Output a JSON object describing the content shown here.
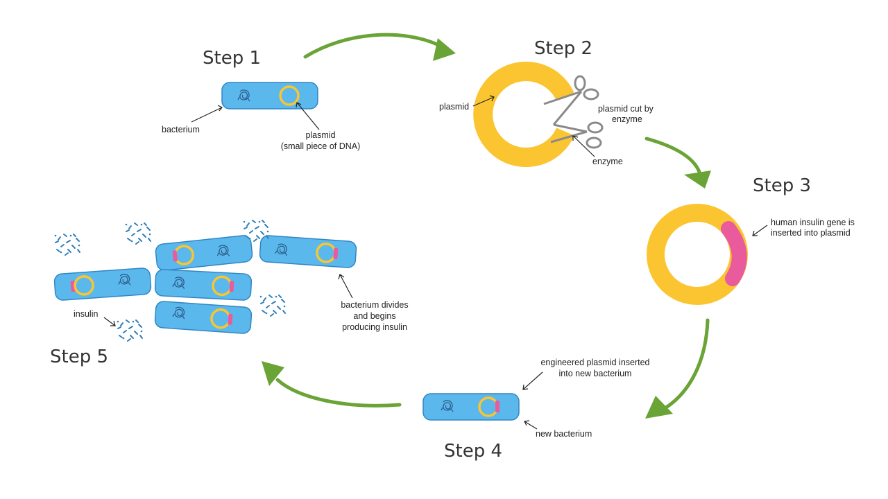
{
  "steps": {
    "step1": "Step 1",
    "step2": "Step 2",
    "step3": "Step 3",
    "step4": "Step 4",
    "step5": "Step 5"
  },
  "labels": {
    "bacterium": "bacterium",
    "plasmid_step1_line1": "plasmid",
    "plasmid_step1_line2": "(small piece of DNA)",
    "plasmid_step2": "plasmid",
    "cut_line1": "plasmid cut by",
    "cut_line2": "enzyme",
    "enzyme": "enzyme",
    "gene_line1": "human insulin gene is",
    "gene_line2": "inserted into plasmid",
    "engineered_line1": "engineered plasmid inserted",
    "engineered_line2": "into new bacterium",
    "new_bacterium": "new bacterium",
    "divides_line1": "bacterium divides",
    "divides_line2": "and begins",
    "divides_line3": "producing insulin",
    "insulin": "insulin"
  },
  "colors": {
    "cell": "#5bb8ec",
    "plasmid": "#fbc531",
    "insulin_gene": "#e95b9c",
    "arrow": "#6aa336"
  }
}
